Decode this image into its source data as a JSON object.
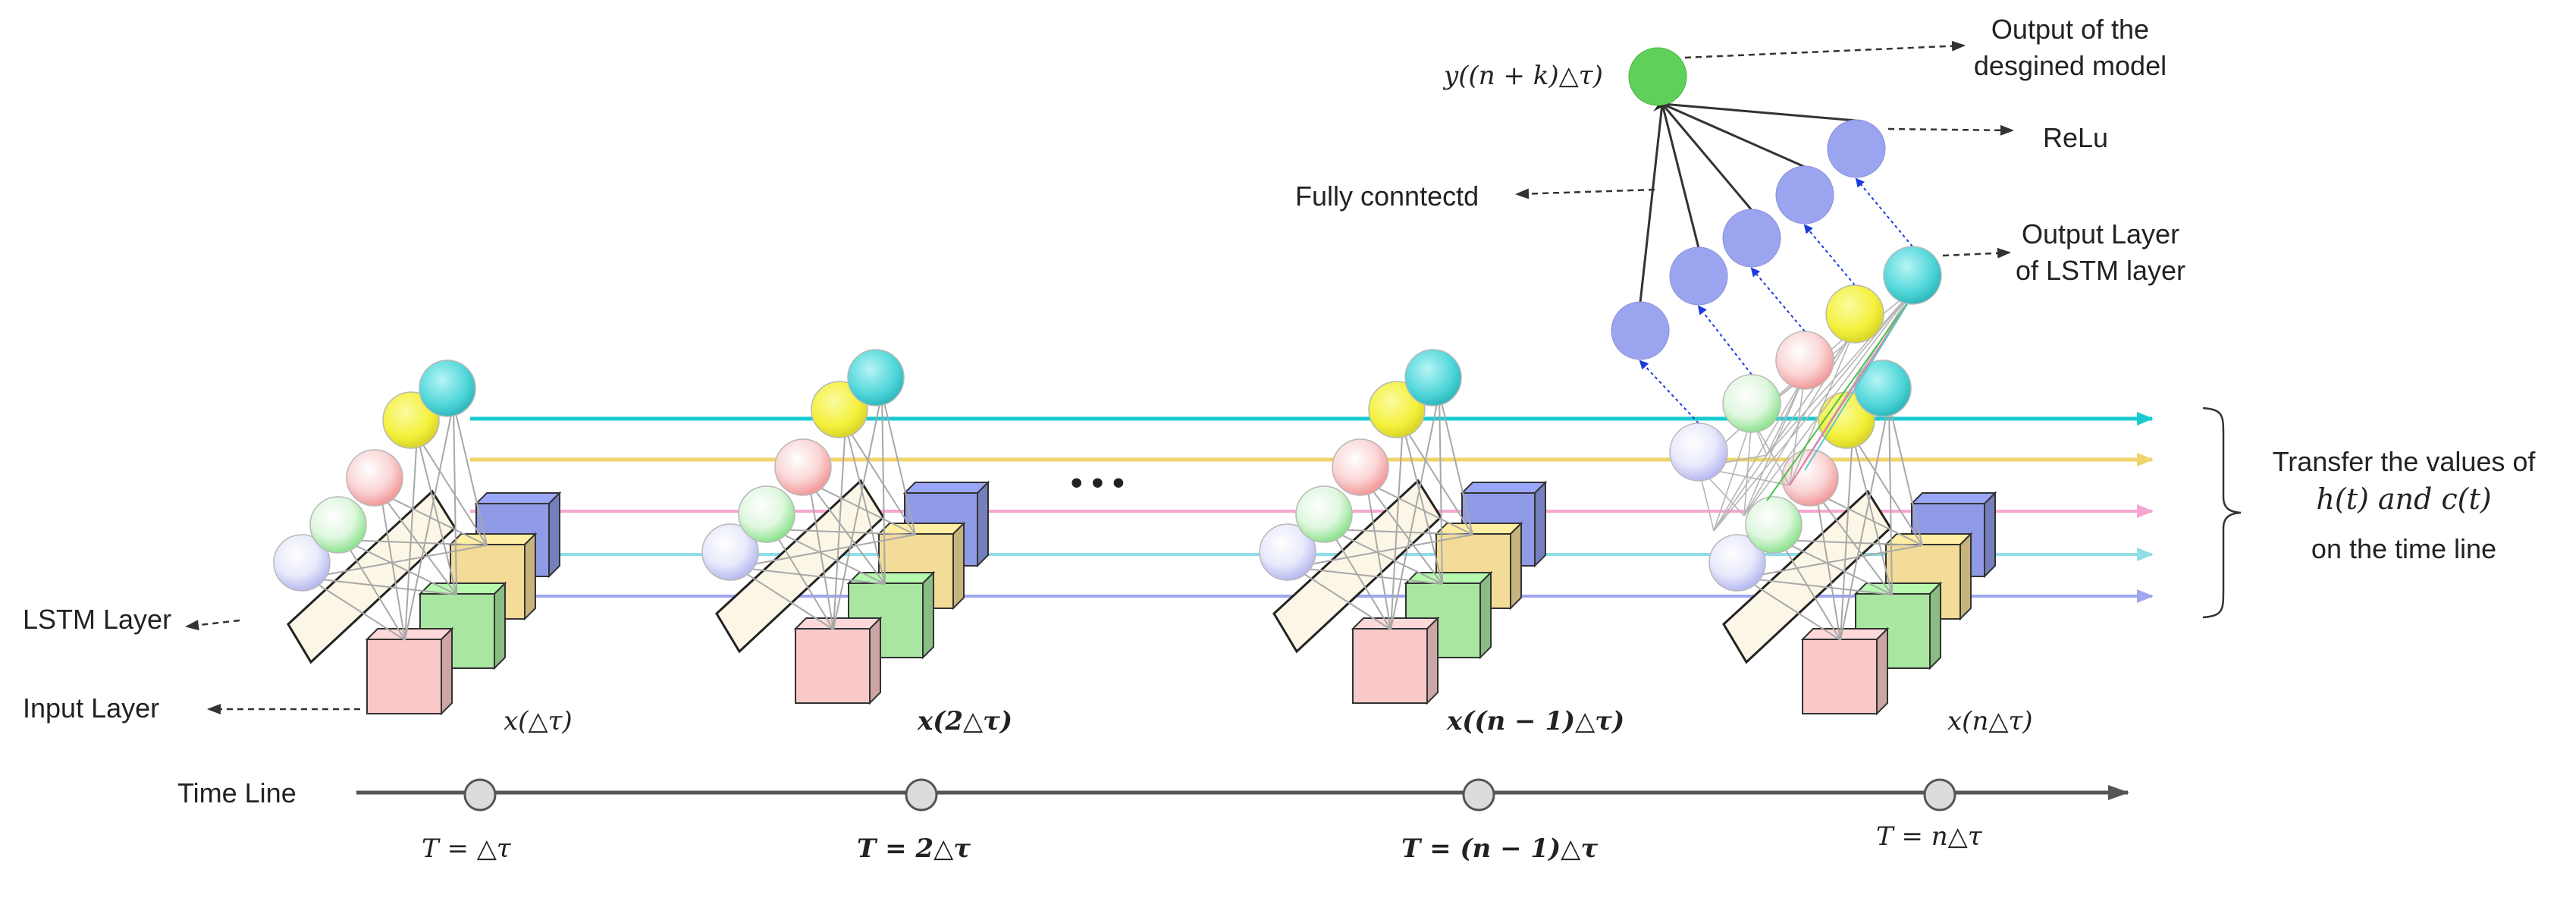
{
  "labels": {
    "lstm_layer": "LSTM Layer",
    "input_layer": "Input Layer",
    "time_line": "Time Line",
    "fully_connected": "Fully conntectd",
    "relu": "ReLu",
    "output_model_1": "Output  of the",
    "output_model_2": "desgined model",
    "output_lstm_1": "Output Layer",
    "output_lstm_2": "of LSTM layer",
    "transfer_1": "Transfer the values of",
    "transfer_2": "h(t) and c(t)",
    "transfer_3": "on the time line",
    "ellipsis": "• • •"
  },
  "inputs": [
    "x(△τ)",
    "x(2△τ)",
    "x((n − 1)△τ)",
    "x(n△τ)"
  ],
  "times": [
    "T = △τ",
    "T = 2△τ",
    "T = (n − 1)△τ",
    "T = n△τ"
  ],
  "output": "y((n + k)△τ)",
  "colors": {
    "lavender": "#c9cbf2",
    "green_light": "#c4f0c6",
    "pink": "#f7b9b9",
    "yellow": "#f3f03a",
    "cyan": "#4fd6d9",
    "relu_blue": "#9aa4ef",
    "output_green": "#5fd15a",
    "panel_fill": "#fcf6e6",
    "cube_pink": "#f9c9c9",
    "cube_green": "#a8e6a1",
    "cube_yellow": "#f3dc97",
    "cube_blue": "#8f9be6",
    "line_cyan": "#19cbd1",
    "line_yellow": "#f0d36a",
    "line_pink": "#f7a6cf",
    "line_cyan2": "#8fdde6",
    "line_blue": "#9ea6f0"
  }
}
